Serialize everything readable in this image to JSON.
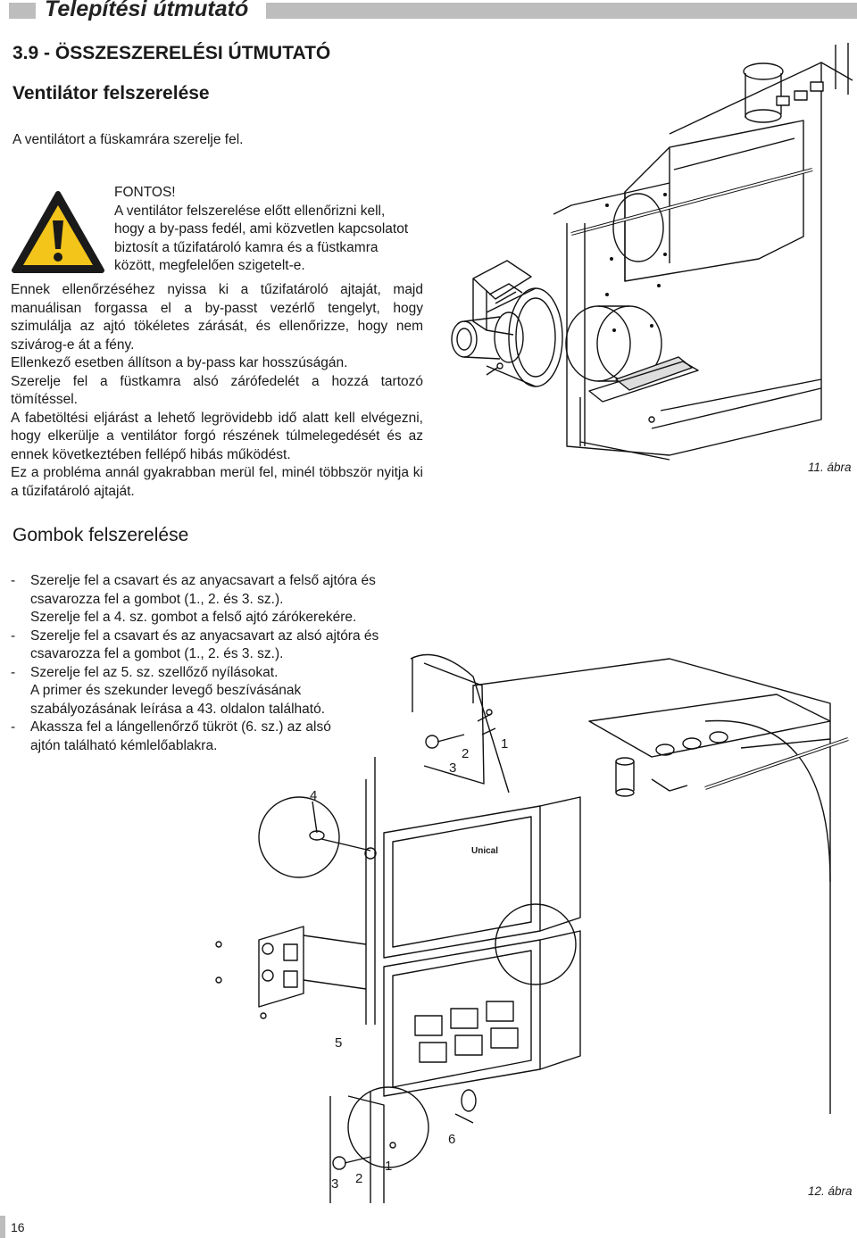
{
  "header": {
    "title": "Telepítési útmutató"
  },
  "section_title": "3.9 - ÖSSZESZERELÉSI ÚTMUTATÓ",
  "fan": {
    "title": "Ventilátor felszerelése",
    "intro": "A ventilátort a füskamrára szerelje fel.",
    "important": {
      "label": "FONTOS!",
      "lines": [
        "A ventilátor felszerelése előtt ellenőrizni kell,",
        "hogy a by-pass fedél, ami közvetlen kapcsolatot",
        "biztosít a tűzifatároló kamra és a füstkamra",
        "között, megfelelően szigetelt-e."
      ]
    },
    "paragraphs": [
      "Ennek ellenőrzéséhez nyissa ki a tűzifatároló ajtaját, majd manuálisan forgassa el a by-passt vezérlő tengelyt, hogy szimulálja az ajtó tökéletes zárását, és ellenőrizze, hogy nem szivárog-e át a fény.",
      "Ellenkező esetben állítson a by-pass kar hosszúságán.",
      "Szerelje fel a füstkamra alsó zárófedelét a hozzá tartozó tömítéssel.",
      "A fabetöltési eljárást a lehető legrövidebb idő alatt kell elvégezni, hogy elkerülje a ventilátor forgó részének túlmelegedését és az ennek következtében fellépő hibás működést.",
      "Ez a probléma annál gyakrabban merül fel, minél többször nyitja ki a tűzifatároló ajtaját."
    ],
    "figure_caption": "11. ábra"
  },
  "knobs": {
    "title": "Gombok felszerelése",
    "dash": "-",
    "steps": [
      [
        "Szerelje fel a csavart és az anyacsavart a felső ajtóra és",
        "csavarozza fel a gombot (1., 2. és 3. sz.).",
        "Szerelje fel a 4. sz. gombot a felső ajtó zárókerekére."
      ],
      [
        "Szerelje fel a csavart és az anyacsavart az alsó ajtóra és",
        "csavarozza fel a gombot (1., 2. és 3. sz.)."
      ],
      [
        "Szerelje fel az 5. sz. szellőző nyílásokat.",
        "A primer és szekunder levegő beszívásának",
        "szabályozásának leírása a 43. oldalon található."
      ],
      [
        "Akassza fel a lángellenőrző tükröt (6. sz.) az alsó",
        "ajtón található kémlelőablakra."
      ]
    ],
    "figure_caption": "12. ábra",
    "callouts": {
      "n1": "1",
      "n2": "2",
      "n3": "3",
      "n4": "4",
      "n5": "5",
      "n6": "6",
      "n1b": "1",
      "n2b": "2",
      "n3b": "3"
    },
    "brand_mark": "Unical"
  },
  "page_number": "16"
}
